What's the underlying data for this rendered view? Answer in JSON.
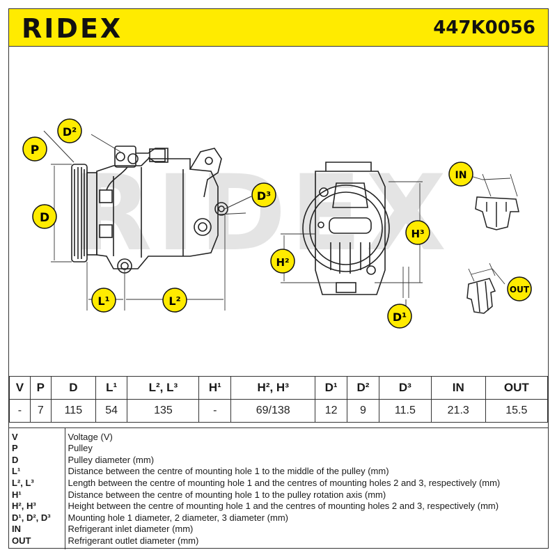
{
  "header": {
    "brand": "RIDEX",
    "part_number": "447K0056"
  },
  "watermark": "RIDEX",
  "labels": {
    "P": "P",
    "D": "D",
    "D2": "D²",
    "D3": "D³",
    "L1": "L¹",
    "L2": "L²",
    "H2": "H²",
    "H3": "H³",
    "D1": "D¹",
    "IN": "IN",
    "OUT": "OUT"
  },
  "colors": {
    "header_bg": "#ffeb00",
    "badge_bg": "#ffeb00",
    "badge_border": "#111111"
  },
  "specs": {
    "headers": [
      "V",
      "P",
      "D",
      "L¹",
      "L², L³",
      "H¹",
      "H², H³",
      "D¹",
      "D²",
      "D³",
      "IN",
      "OUT"
    ],
    "values": [
      "-",
      "7",
      "115",
      "54",
      "135",
      "-",
      "69/138",
      "12",
      "9",
      "11.5",
      "21.3",
      "15.5"
    ]
  },
  "legend": [
    {
      "key": "V",
      "desc": "Voltage (V)"
    },
    {
      "key": "P",
      "desc": "Pulley"
    },
    {
      "key": "D",
      "desc": "Pulley diameter (mm)"
    },
    {
      "key": "L¹",
      "desc": "Distance between the centre of mounting hole 1 to the middle of the pulley (mm)"
    },
    {
      "key": "L², L³",
      "desc": "Length between the centre of mounting hole 1 and the centres of mounting holes 2 and 3, respectively (mm)"
    },
    {
      "key": "H¹",
      "desc": "Distance between the centre of mounting hole 1 to the pulley rotation axis (mm)"
    },
    {
      "key": "H², H³",
      "desc": "Height between the centre of mounting hole 1 and the centres of mounting holes 2 and 3, respectively (mm)"
    },
    {
      "key": "D¹, D², D³",
      "desc": "Mounting hole 1 diameter, 2 diameter, 3 diameter (mm)"
    },
    {
      "key": "IN",
      "desc": "Refrigerant inlet diameter (mm)"
    },
    {
      "key": "OUT",
      "desc": "Refrigerant outlet diameter (mm)"
    }
  ]
}
